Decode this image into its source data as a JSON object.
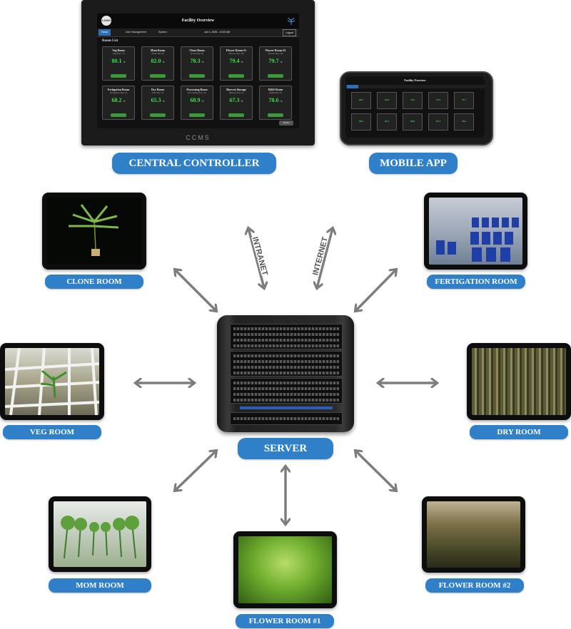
{
  "controller": {
    "label": "CENTRAL CONTROLLER",
    "screen": {
      "logo": "LOGO",
      "title": "Facility Overview",
      "nav": {
        "home": "Home",
        "users": "User Management",
        "system": "System",
        "date": "Jan 1, 2025 - 12:00 AM",
        "logout": "Logout"
      },
      "room_list_title": "Room List",
      "rooms": [
        {
          "name": "Veg Room",
          "sub": "(Veg Day: 15)",
          "value": "80.1",
          "unit": "°F"
        },
        {
          "name": "Mom Room",
          "sub": "(Mom Day: 8)",
          "value": "82.0",
          "unit": "°F"
        },
        {
          "name": "Clone Room",
          "sub": "(Clone Day: 8)",
          "value": "78.3",
          "unit": "°F"
        },
        {
          "name": "Flower Room #1",
          "sub": "(Flower Day: 30)",
          "value": "79.4",
          "unit": "°F"
        },
        {
          "name": "Flower Room #2",
          "sub": "(Flower Day: 30)",
          "value": "79.7",
          "unit": "°F"
        },
        {
          "name": "Fertigation Room",
          "sub": "(Fertigation Day: 4)",
          "value": "68.2",
          "unit": "°F"
        },
        {
          "name": "Dry Room",
          "sub": "(Dry Day: 5)",
          "value": "65.3",
          "unit": "°F"
        },
        {
          "name": "Processing Room",
          "sub": "(Processing Day: 12)",
          "value": "68.9",
          "unit": "°F"
        },
        {
          "name": "Harvest Storage",
          "sub": "(Harvest Day: 3)",
          "value": "67.3",
          "unit": "°F"
        },
        {
          "name": "R&D Room",
          "sub": "(R&D Day: 9)",
          "value": "78.6",
          "unit": "°F"
        }
      ],
      "details": "Details",
      "brand": "CCMS"
    }
  },
  "mobile": {
    "label": "MOBILE APP",
    "title": "Facility Overview"
  },
  "server": {
    "label": "SERVER"
  },
  "links": {
    "intranet": "INTRANET",
    "internet": "INTERNET"
  },
  "rooms": {
    "clone": "CLONE ROOM",
    "fertigation": "FERTIGATION ROOM",
    "veg": "VEG ROOM",
    "dry": "DRY ROOM",
    "mom": "MOM ROOM",
    "flower1": "FLOWER ROOM #1",
    "flower2": "FLOWER ROOM #2"
  },
  "colors": {
    "label_blue": "#2f80c9",
    "arrow_grey": "#7d7d7d",
    "value_green": "#3fe04b"
  }
}
